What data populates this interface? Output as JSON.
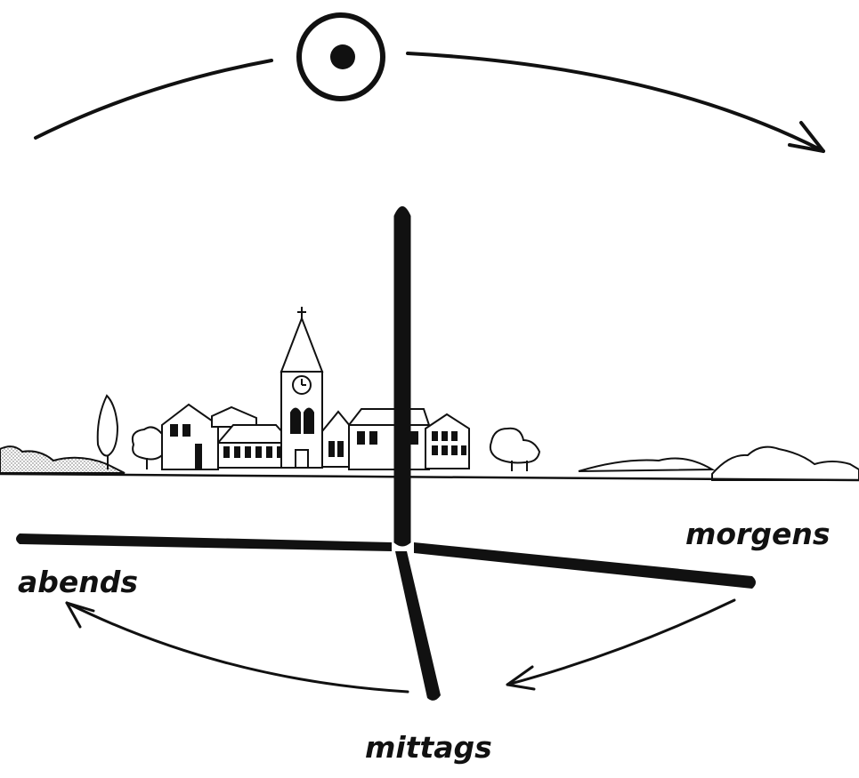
{
  "labels": {
    "morning": "morgens",
    "evening": "abends",
    "noon": "mittags"
  },
  "colors": {
    "ink": "#111111",
    "paper": "#ffffff",
    "stipple": "#bdbdbd"
  },
  "icons": {
    "sun": "sun-icon",
    "church": "church-icon",
    "tree": "tree-icon"
  }
}
